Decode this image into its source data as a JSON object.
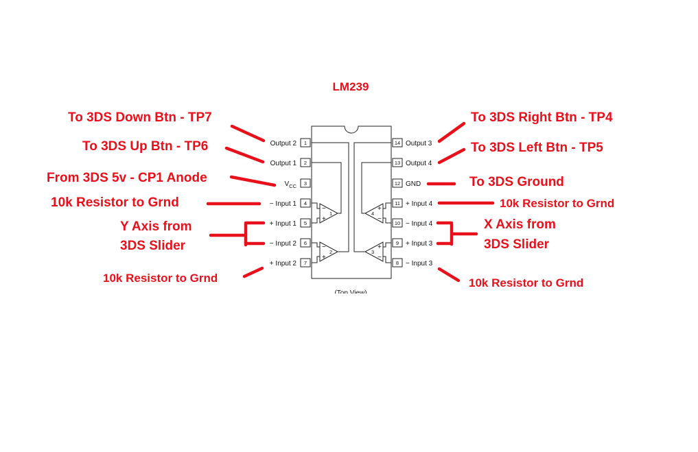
{
  "title": "LM239",
  "chip": {
    "view_label": "(Top View)",
    "left_pins": [
      {
        "num": "1",
        "label": "Output 2"
      },
      {
        "num": "2",
        "label": "Output 1"
      },
      {
        "num": "3",
        "label": "V",
        "sub": "CC"
      },
      {
        "num": "4",
        "label": "− Input 1"
      },
      {
        "num": "5",
        "label": "+ Input 1"
      },
      {
        "num": "6",
        "label": "− Input 2"
      },
      {
        "num": "7",
        "label": "+ Input 2"
      }
    ],
    "right_pins": [
      {
        "num": "14",
        "label": "Output 3"
      },
      {
        "num": "13",
        "label": "Output 4"
      },
      {
        "num": "12",
        "label": "GND"
      },
      {
        "num": "11",
        "label": "+ Input 4"
      },
      {
        "num": "10",
        "label": "− Input 4"
      },
      {
        "num": "9",
        "label": "+ Input 3"
      },
      {
        "num": "8",
        "label": "− Input 3"
      }
    ],
    "amps": [
      "1",
      "2",
      "3",
      "4"
    ]
  },
  "annotations": {
    "left": [
      "To 3DS Down Btn - TP7",
      "To 3DS Up Btn - TP6",
      "From 3DS 5v - CP1 Anode",
      "10k Resistor to Grnd",
      "Y Axis from",
      "3DS Slider",
      "10k Resistor to Grnd"
    ],
    "right": [
      "To 3DS Right Btn - TP4",
      "To 3DS Left Btn - TP5",
      "To 3DS Ground",
      "10k Resistor to Grnd",
      "X Axis from",
      "3DS Slider",
      "10k Resistor to Grnd"
    ]
  },
  "colors": {
    "annotation": "#e8101a",
    "chip_ink": "#111111",
    "background": "#ffffff"
  }
}
